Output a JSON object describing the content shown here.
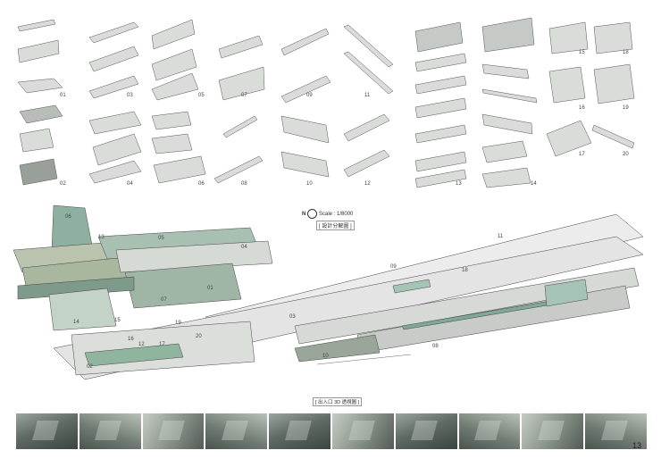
{
  "title_board": "",
  "scale": {
    "north": "N",
    "text": "Scale : 1/8000",
    "subtitle": "[ 設計分解圖 ]"
  },
  "caption": "[ 出入口 3D 透視圖 ]",
  "page_number": "13",
  "exploded_labels": [
    "01",
    "02",
    "03",
    "04",
    "05",
    "06",
    "07",
    "08",
    "09",
    "10",
    "11",
    "12",
    "13",
    "14",
    "15",
    "16",
    "17",
    "18",
    "19",
    "20"
  ],
  "plan_labels": [
    "06",
    "13",
    "05",
    "04",
    "01",
    "07",
    "14",
    "15",
    "19",
    "20",
    "02",
    "03",
    "09",
    "18",
    "11",
    "10",
    "08",
    "12",
    "17",
    "16"
  ],
  "thumbnail_count": 10
}
